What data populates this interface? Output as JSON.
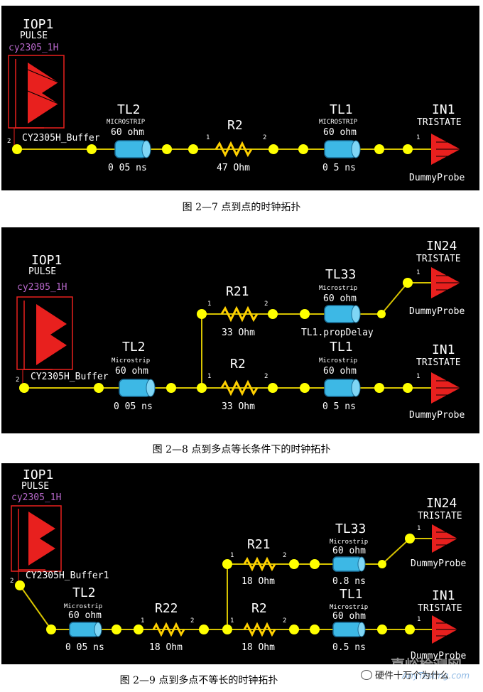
{
  "colors": {
    "background": "#000000",
    "wire": "#d7c300",
    "node": "#ffff00",
    "tline": "#3db8e5",
    "resistor": "#ffd000",
    "source": "#e8201e",
    "part_label": "#b667c9"
  },
  "fig1": {
    "source": {
      "name": "IOP1",
      "type": "PULSE",
      "part": "cy2305_1H",
      "pin": "2",
      "buffer": "CY2305H_Buffer"
    },
    "tl2": {
      "name": "TL2",
      "type": "MICROSTRIP",
      "z": "60 ohm",
      "delay": "0 05 ns"
    },
    "r2": {
      "name": "R2",
      "value": "47 Ohm",
      "pin1": "1",
      "pin2": "2"
    },
    "tl1": {
      "name": "TL1",
      "type": "MICROSTRIP",
      "z": "60 ohm",
      "delay": "0 5 ns"
    },
    "load": {
      "name": "IN1",
      "type": "TRISTATE",
      "pin": "1",
      "probe": "DummyProbe"
    },
    "caption": "图 2—7 点到点的时钟拓扑"
  },
  "fig2": {
    "source": {
      "name": "IOP1",
      "type": "PULSE",
      "part": "cy2305_1H",
      "pin": "2",
      "buffer": "CY2305H_Buffer"
    },
    "tl2": {
      "name": "TL2",
      "type": "Microstrip",
      "z": "60 ohm",
      "delay": "0 05 ns"
    },
    "r21": {
      "name": "R21",
      "value": "33 Ohm",
      "pin1": "1",
      "pin2": "2"
    },
    "tl33": {
      "name": "TL33",
      "type": "Microstrip",
      "z": "60 ohm",
      "delay": "TL1.propDelay"
    },
    "in24": {
      "name": "IN24",
      "type": "TRISTATE",
      "pin": "1",
      "probe": "DummyProbe"
    },
    "r2": {
      "name": "R2",
      "value": "33 Ohm",
      "pin1": "1",
      "pin2": "2"
    },
    "tl1": {
      "name": "TL1",
      "type": "Microstrip",
      "z": "60 ohm",
      "delay": "0 5 ns"
    },
    "in1": {
      "name": "IN1",
      "type": "TRISTATE",
      "pin": "1",
      "probe": "DummyProbe"
    },
    "caption": "图 2—8 点到多点等长条件下的时钟拓扑"
  },
  "fig3": {
    "source": {
      "name": "IOP1",
      "type": "PULSE",
      "part": "cy2305_1H",
      "pin": "2",
      "buffer": "CY2305H_Buffer1"
    },
    "tl2": {
      "name": "TL2",
      "type": "Microstrip",
      "z": "60 ohm",
      "delay": "0 05 ns"
    },
    "r22": {
      "name": "R22",
      "value": "18 Ohm",
      "pin1": "1",
      "pin2": "2"
    },
    "r21": {
      "name": "R21",
      "value": "18 Ohm",
      "pin1": "1",
      "pin2": "2"
    },
    "tl33": {
      "name": "TL33",
      "type": "Microstrip",
      "z": "60 ohm",
      "delay": "0.8 ns"
    },
    "in24": {
      "name": "IN24",
      "type": "TRISTATE",
      "pin": "1",
      "probe": "DummyProbe"
    },
    "r2": {
      "name": "R2",
      "value": "18 Ohm",
      "pin1": "1",
      "pin2": "2"
    },
    "tl1": {
      "name": "TL1",
      "type": "Microstrip",
      "z": "60 ohm",
      "delay": "0.5 ns"
    },
    "in1": {
      "name": "IN1",
      "type": "TRISTATE",
      "pin": "1",
      "probe": "DummyProbe"
    },
    "caption": "图 2—9 点到多点不等长的时钟拓扑"
  },
  "watermark": {
    "site_cn": "嘉峪检测网",
    "site_en": "AnyTesting.com",
    "wechat": "硬件十万个为什么"
  }
}
